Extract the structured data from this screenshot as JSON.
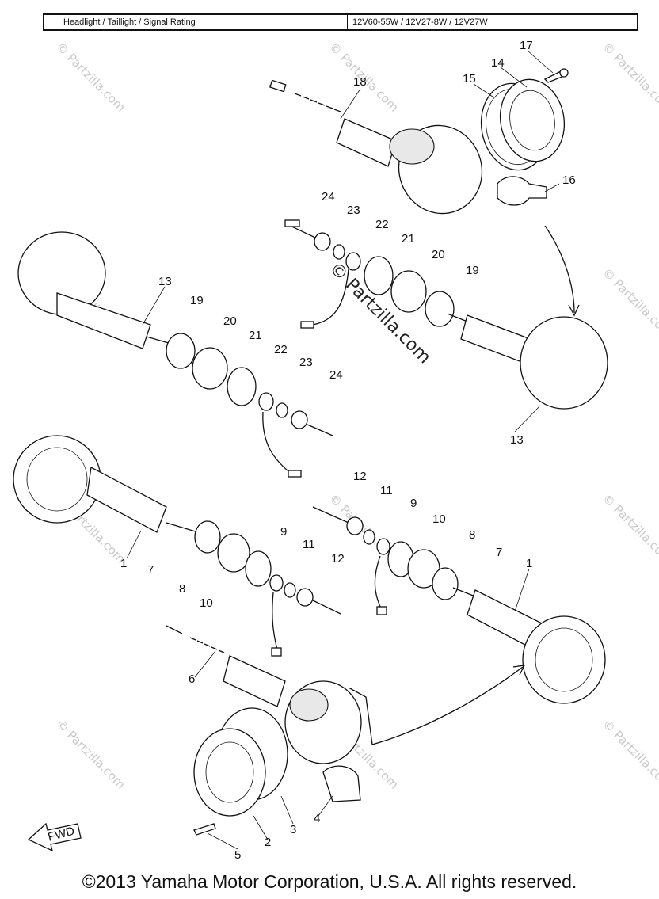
{
  "rating": {
    "label": "Headlight / Taillight / Signal Rating",
    "value": "12V60-55W / 12V27-8W / 12V27W"
  },
  "copyright": "©2013  Yamaha Motor Corporation, U.S.A. All rights reserved.",
  "watermark": "© Partzilla.com",
  "fwd_label": "FWD",
  "callouts": [
    {
      "id": "c1a",
      "text": "1"
    },
    {
      "id": "c1b",
      "text": "1"
    },
    {
      "id": "c2",
      "text": "2"
    },
    {
      "id": "c3",
      "text": "3"
    },
    {
      "id": "c4",
      "text": "4"
    },
    {
      "id": "c5",
      "text": "5"
    },
    {
      "id": "c6",
      "text": "6"
    },
    {
      "id": "c7a",
      "text": "7"
    },
    {
      "id": "c7b",
      "text": "7"
    },
    {
      "id": "c8a",
      "text": "8"
    },
    {
      "id": "c8b",
      "text": "8"
    },
    {
      "id": "c9a",
      "text": "9"
    },
    {
      "id": "c9b",
      "text": "9"
    },
    {
      "id": "c10a",
      "text": "10"
    },
    {
      "id": "c10b",
      "text": "10"
    },
    {
      "id": "c11a",
      "text": "11"
    },
    {
      "id": "c11b",
      "text": "11"
    },
    {
      "id": "c12a",
      "text": "12"
    },
    {
      "id": "c12b",
      "text": "12"
    },
    {
      "id": "c13a",
      "text": "13"
    },
    {
      "id": "c13b",
      "text": "13"
    },
    {
      "id": "c14",
      "text": "14"
    },
    {
      "id": "c15",
      "text": "15"
    },
    {
      "id": "c16",
      "text": "16"
    },
    {
      "id": "c17",
      "text": "17"
    },
    {
      "id": "c18",
      "text": "18"
    },
    {
      "id": "c19a",
      "text": "19"
    },
    {
      "id": "c19b",
      "text": "19"
    },
    {
      "id": "c20a",
      "text": "20"
    },
    {
      "id": "c20b",
      "text": "20"
    },
    {
      "id": "c21a",
      "text": "21"
    },
    {
      "id": "c21b",
      "text": "21"
    },
    {
      "id": "c22a",
      "text": "22"
    },
    {
      "id": "c22b",
      "text": "22"
    },
    {
      "id": "c23a",
      "text": "23"
    },
    {
      "id": "c23b",
      "text": "23"
    },
    {
      "id": "c24a",
      "text": "24"
    },
    {
      "id": "c24b",
      "text": "24"
    }
  ]
}
